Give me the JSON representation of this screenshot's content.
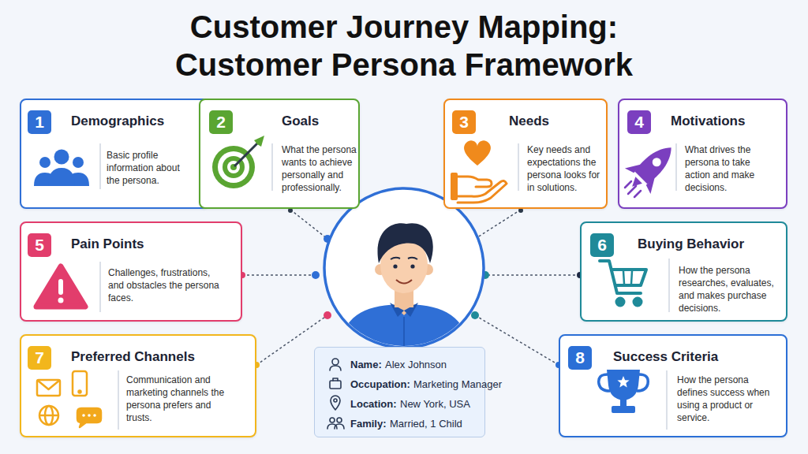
{
  "diagram": {
    "title": "Customer Journey Mapping: Customer Persona Framework",
    "nodes": [
      {
        "text": [
          "Demographics",
          "Basic profile information about the persona."
        ]
      },
      {
        "text": [
          "1"
        ],
        "in": 0
      },
      {
        "text": [
          "Goals",
          "What the persona wants to achieve personally and professionally."
        ]
      },
      {
        "text": [
          "2"
        ],
        "in": 2
      },
      {
        "text": [
          "Needs",
          "Key needs and expectations the persona looks for in solutions."
        ]
      },
      {
        "text": [
          "3"
        ],
        "in": 4
      },
      {
        "text": [
          "Motivations",
          "What drives the persona to take action and make decisions."
        ]
      },
      {
        "text": [
          "4"
        ],
        "in": 6
      },
      {
        "text": [
          "Pain Points",
          "Challenges, frustrations, and obstacles the persona faces."
        ]
      },
      {
        "text": [
          "5"
        ],
        "in": 8
      },
      {
        "text": [
          "Buying Behavior",
          "How the persona researches, evaluates, and makes purchase decisions."
        ]
      },
      {
        "text": [
          "6"
        ],
        "in": 10
      },
      {
        "text": [
          "Preferred Channels",
          "Communication and marketing channels the persona prefers and trusts."
        ]
      },
      {
        "text": [
          "7"
        ],
        "in": 12
      },
      {
        "text": [
          "Name:",
          "Alex Johnson",
          "Occupation:",
          "Marketing Manager",
          "Location:",
          "New York, USA",
          "Family:",
          "Married, 1 Child"
        ]
      },
      {
        "text": [
          "Success Criteria",
          "How the persona defines success when using a product or service."
        ]
      },
      {
        "text": [
          "8"
        ],
        "in": 15
      }
    ]
  }
}
